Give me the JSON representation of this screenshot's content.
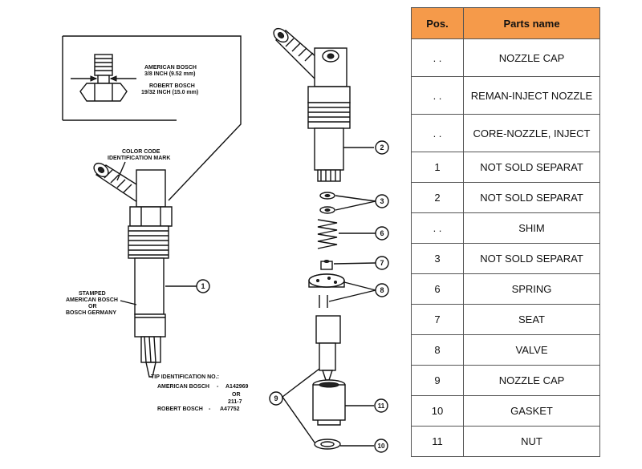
{
  "diagram": {
    "inset_labels": {
      "american_bosch": "AMERICAN BOSCH",
      "american_bosch_size": "3/8 INCH (9.52 mm)",
      "robert_bosch": "ROBERT BOSCH",
      "robert_bosch_size": "19/32 INCH (15.0 mm)"
    },
    "color_code_label": [
      "COLOR CODE",
      "IDENTIFICATION MARK"
    ],
    "stamped_label": [
      "STAMPED",
      "AMERICAN BOSCH",
      "OR",
      "BOSCH GERMANY"
    ],
    "tip_id": {
      "title": "TIP IDENTIFICATION NO.:",
      "american_bosch": "AMERICAN BOSCH",
      "dash": "-",
      "american_bosch_no": "A142969",
      "or": "OR",
      "alt_no": "211-7",
      "robert_bosch": "ROBERT BOSCH",
      "robert_bosch_no": "A47752"
    },
    "callouts": [
      "1",
      "2",
      "3",
      "6",
      "7",
      "8",
      "9",
      "11",
      "10"
    ]
  },
  "table": {
    "headers": {
      "pos": "Pos.",
      "name": "Parts name"
    },
    "rows": [
      {
        "pos": ". .",
        "name": "NOZZLE CAP"
      },
      {
        "pos": ". .",
        "name": "REMAN-INJECT NOZZLE"
      },
      {
        "pos": ". .",
        "name": "CORE-NOZZLE, INJECT"
      },
      {
        "pos": "1",
        "name": "NOT SOLD SEPARAT"
      },
      {
        "pos": "2",
        "name": "NOT SOLD SEPARAT"
      },
      {
        "pos": ". .",
        "name": "SHIM"
      },
      {
        "pos": "3",
        "name": "NOT SOLD SEPARAT"
      },
      {
        "pos": "6",
        "name": "SPRING"
      },
      {
        "pos": "7",
        "name": "SEAT"
      },
      {
        "pos": "8",
        "name": "VALVE"
      },
      {
        "pos": "9",
        "name": "NOZZLE CAP"
      },
      {
        "pos": "10",
        "name": "GASKET"
      },
      {
        "pos": "11",
        "name": "NUT"
      }
    ]
  },
  "colors": {
    "header_bg": "#f59a4a",
    "border": "#555555"
  }
}
